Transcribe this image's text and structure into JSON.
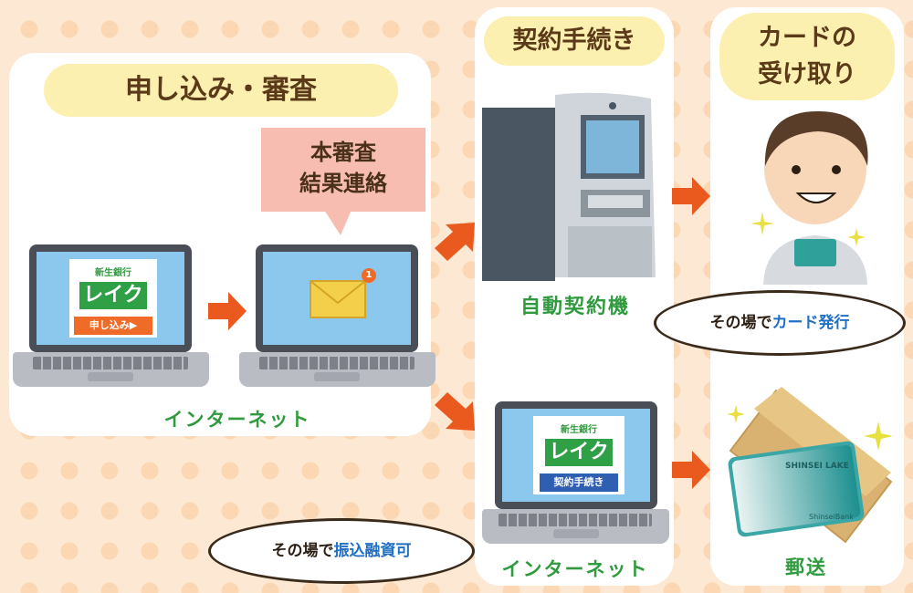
{
  "sections": {
    "apply": {
      "title": "申し込み・審査"
    },
    "contract": {
      "title": "契約手続き"
    },
    "card": {
      "title_line1": "カードの",
      "title_line2": "受け取り"
    }
  },
  "notice": {
    "line1": "本審査",
    "line2": "結果連絡",
    "badge_count": "1"
  },
  "laptop1": {
    "bank": "新生銀行",
    "brand": "レイク",
    "button": "申し込み▶"
  },
  "laptop3": {
    "bank": "新生銀行",
    "brand": "レイク",
    "button": "契約手続き"
  },
  "labels": {
    "internet_left": "インターネット",
    "machine": "自動契約機",
    "internet_right": "インターネット",
    "mail": "郵送"
  },
  "bubbles": {
    "card_issue_prefix": "その場で",
    "card_issue_highlight": "カード発行",
    "transfer_prefix": "その場で",
    "transfer_highlight": "振込融資可"
  },
  "card_print": {
    "text": "SHINSEI LAKE",
    "bank": "ShinseiBank"
  },
  "colors": {
    "arrow": "#ea5a1f",
    "label_green": "#2f9a3e",
    "highlight_blue": "#1f6fc4",
    "panel_title_bg": "#fbf0b0",
    "notice_bg": "#f7bdb0"
  }
}
